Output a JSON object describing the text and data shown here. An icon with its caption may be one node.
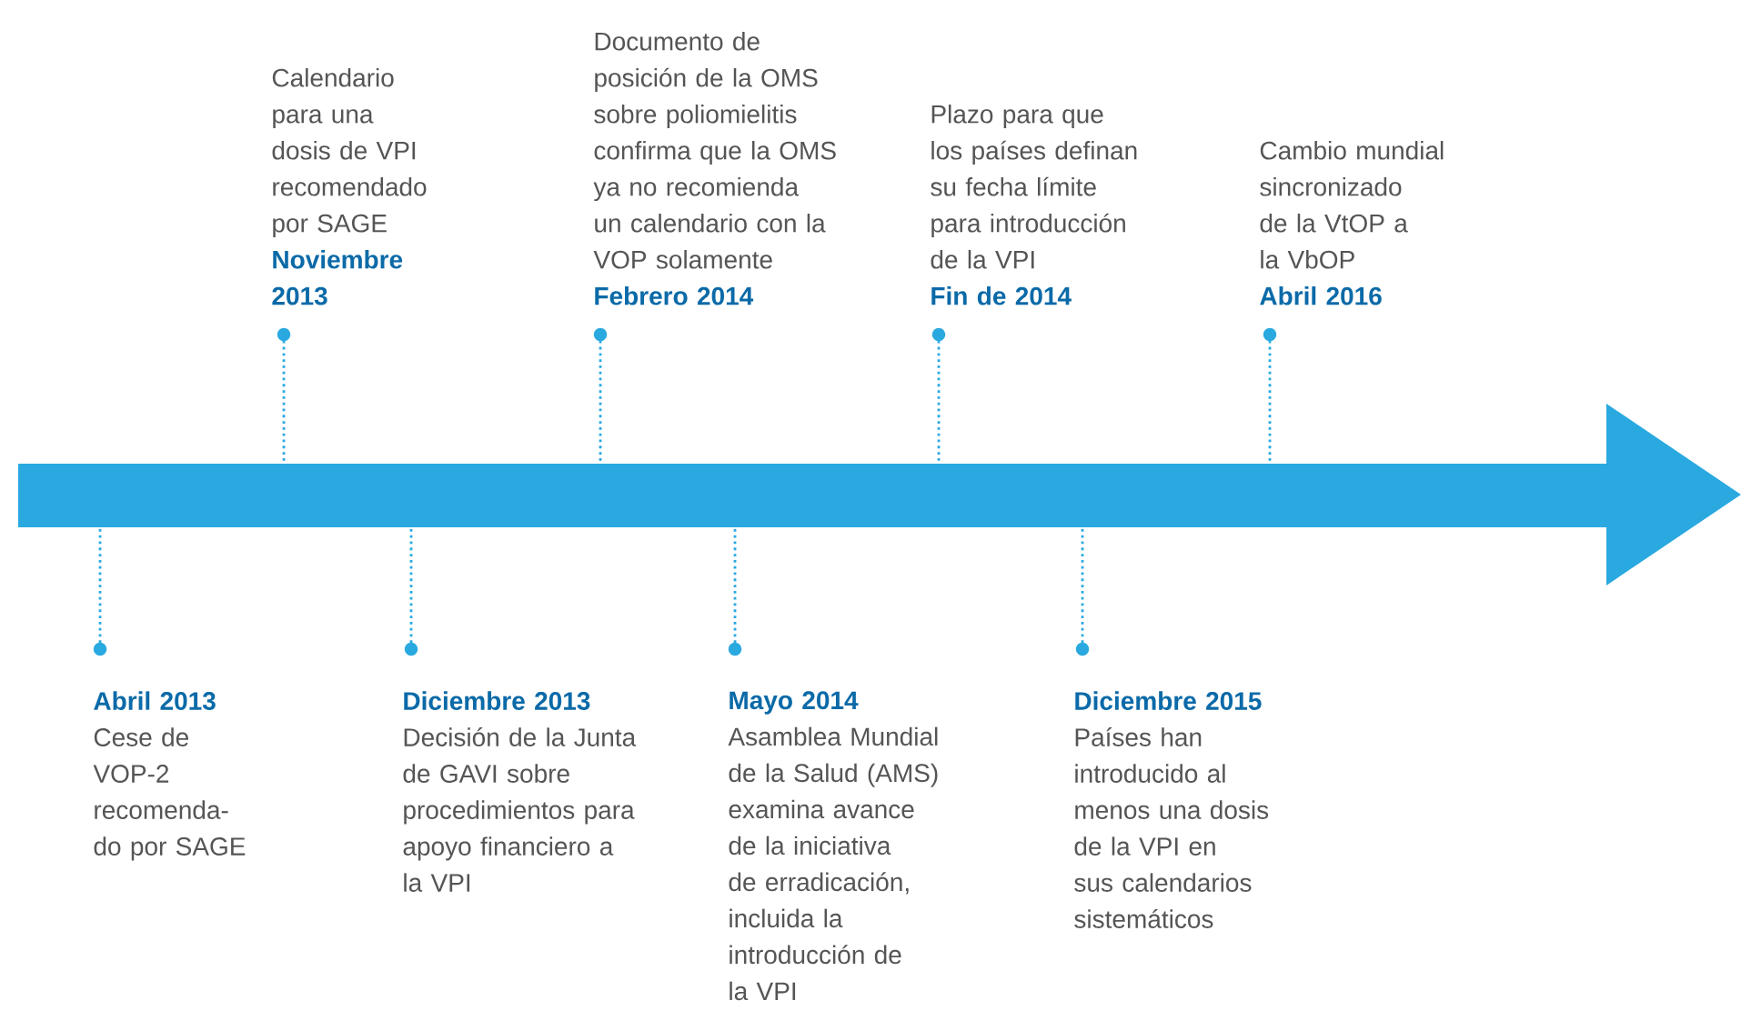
{
  "diagram": {
    "nodes": [
      {
        "text": [],
        "shape": "arrow"
      },
      {
        "text": [
          "Abril 2013",
          "Cese de VOP-2 recomenda- do por SAGE"
        ]
      },
      {
        "text": [
          "Calendario para una dosis de VPI recomendado por SAGE",
          "Noviembre 2013"
        ]
      },
      {
        "text": [
          "Diciembre 2013",
          "Decisión de la Junta de GAVI sobre procedimientos para apoyo financiero a la VPI"
        ]
      },
      {
        "text": [
          "Documento de posición de la OMS sobre poliomielitis confirma que la OMS ya no recomienda un calendario con la VOP solamente",
          "Febrero 2014"
        ]
      },
      {
        "text": [
          "Mayo 2014",
          "Asamblea Mundial de la Salud (AMS) examina avance de la iniciativa de erradicación, incluida la introducción de la VPI"
        ]
      },
      {
        "text": [
          "Plazo para que los países definan su fecha límite para introducción de la VPI",
          "Fin de 2014"
        ]
      },
      {
        "text": [
          "Diciembre 2015",
          "Países han introducido al menos una dosis de la VPI en sus calendarios sistemáticos"
        ]
      },
      {
        "text": [
          "Cambio mundial sincronizado de la VtOP a la VbOP",
          "Abril 2016"
        ]
      }
    ],
    "edges": [
      {
        "from": 1,
        "to": 0,
        "arrow": "other"
      },
      {
        "from": 2,
        "to": 0,
        "arrow": "other"
      },
      {
        "from": 3,
        "to": 0,
        "arrow": "other"
      },
      {
        "from": 4,
        "to": 0,
        "arrow": "other"
      },
      {
        "from": 5,
        "to": 0,
        "arrow": "other"
      },
      {
        "from": 6,
        "to": 0,
        "arrow": "other"
      },
      {
        "from": 7,
        "to": 0,
        "arrow": "other"
      },
      {
        "from": 8,
        "to": 0,
        "arrow": "other"
      }
    ]
  }
}
